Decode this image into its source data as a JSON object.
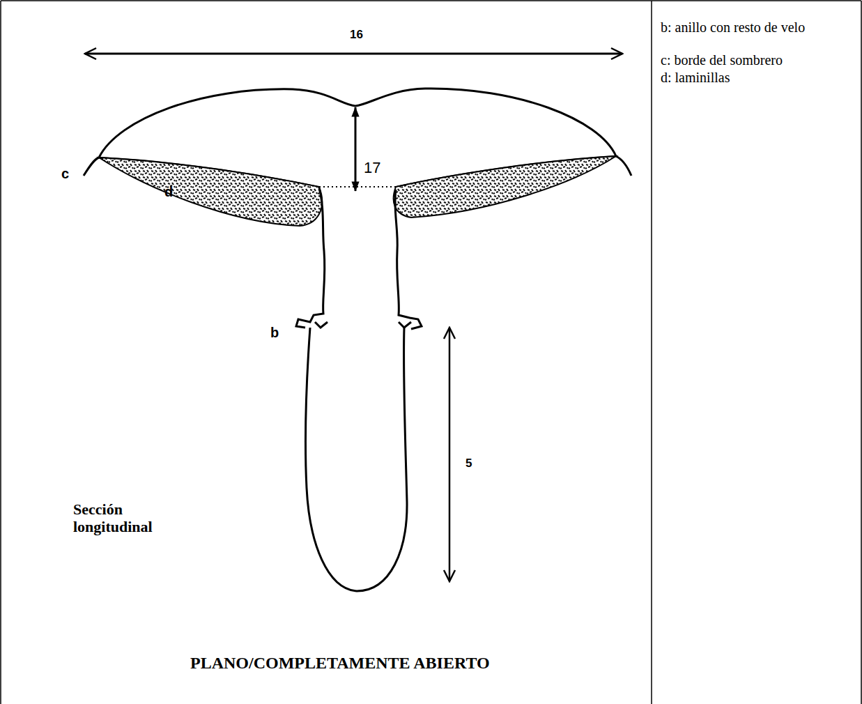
{
  "diagram": {
    "caption": "PLANO/COMPLETAMENTE ABIERTO",
    "labels": [
      "16",
      "17",
      "c",
      "d",
      "b",
      "5",
      "Sección longitudinal",
      "b: anillo con resto de velo",
      "c: borde del sombrero",
      "d: laminillas"
    ]
  }
}
